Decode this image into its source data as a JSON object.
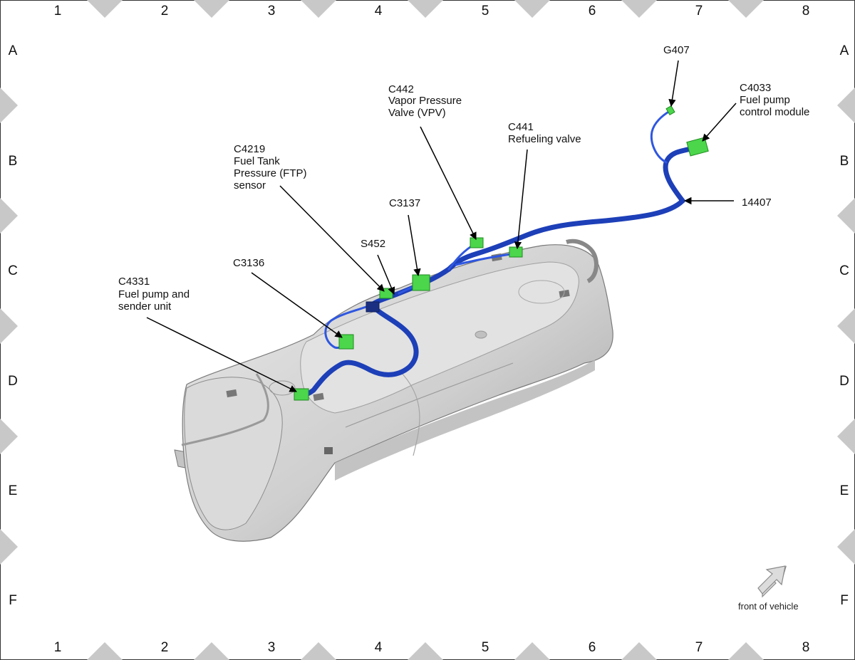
{
  "grid": {
    "columns": [
      "1",
      "2",
      "3",
      "4",
      "5",
      "6",
      "7",
      "8"
    ],
    "rows": [
      "A",
      "B",
      "C",
      "D",
      "E",
      "F"
    ]
  },
  "callouts": {
    "g407": "G407",
    "c4033": [
      "C4033",
      "Fuel pump",
      "control module"
    ],
    "c442": [
      "C442",
      "Vapor Pressure",
      "Valve (VPV)"
    ],
    "c441": [
      "C441",
      "Refueling valve"
    ],
    "c4219": [
      "C4219",
      "Fuel Tank",
      "Pressure (FTP)",
      "sensor"
    ],
    "c3137": "C3137",
    "s452": "S452",
    "c3136": "C3136",
    "c4331": [
      "C4331",
      "Fuel pump and",
      "sender unit"
    ],
    "harness": "14407"
  },
  "orientation": {
    "label": "front of vehicle",
    "icon": "arrow-up-right-icon"
  },
  "colors": {
    "harness": "#2d4fd0",
    "connector": "#4bd64b",
    "tank": "#cfcfcf",
    "frame_marker": "#c8c8c8"
  }
}
